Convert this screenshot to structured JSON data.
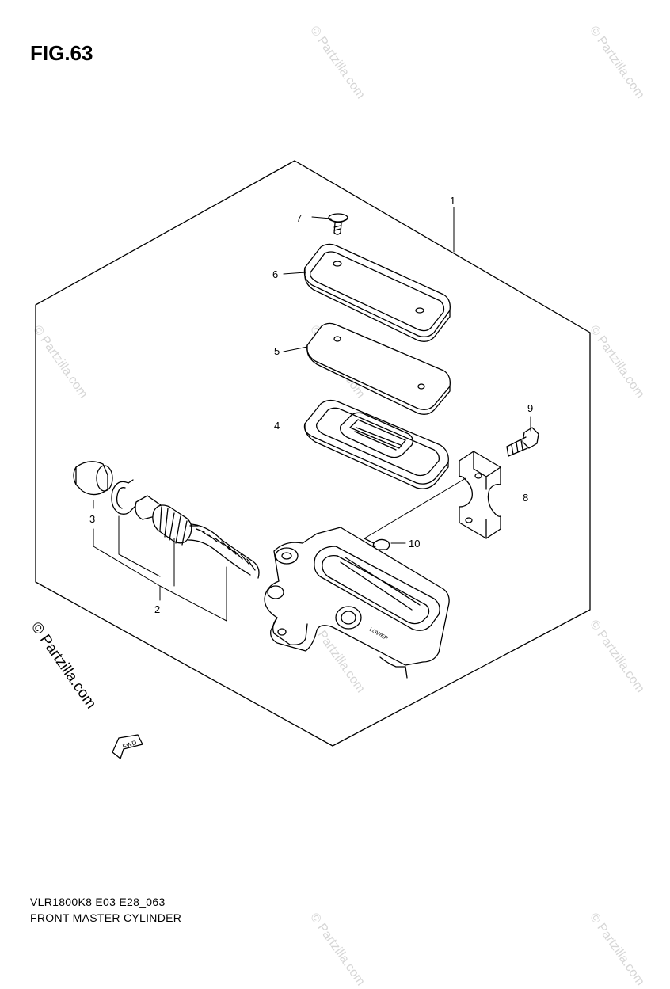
{
  "figure": {
    "title": "FIG.63",
    "model_code": "VLR1800K8 E03 E28_063",
    "name": "FRONT MASTER CYLINDER"
  },
  "watermark": {
    "main": "© Partzilla.com",
    "faint": "© Partzilla.com"
  },
  "callouts": {
    "c1": "1",
    "c2": "2",
    "c3": "3",
    "c4": "4",
    "c5": "5",
    "c6": "6",
    "c7": "7",
    "c8": "8",
    "c9": "9",
    "c10": "10"
  },
  "arrow_label": "FWD",
  "stamp_text": "LOWER"
}
